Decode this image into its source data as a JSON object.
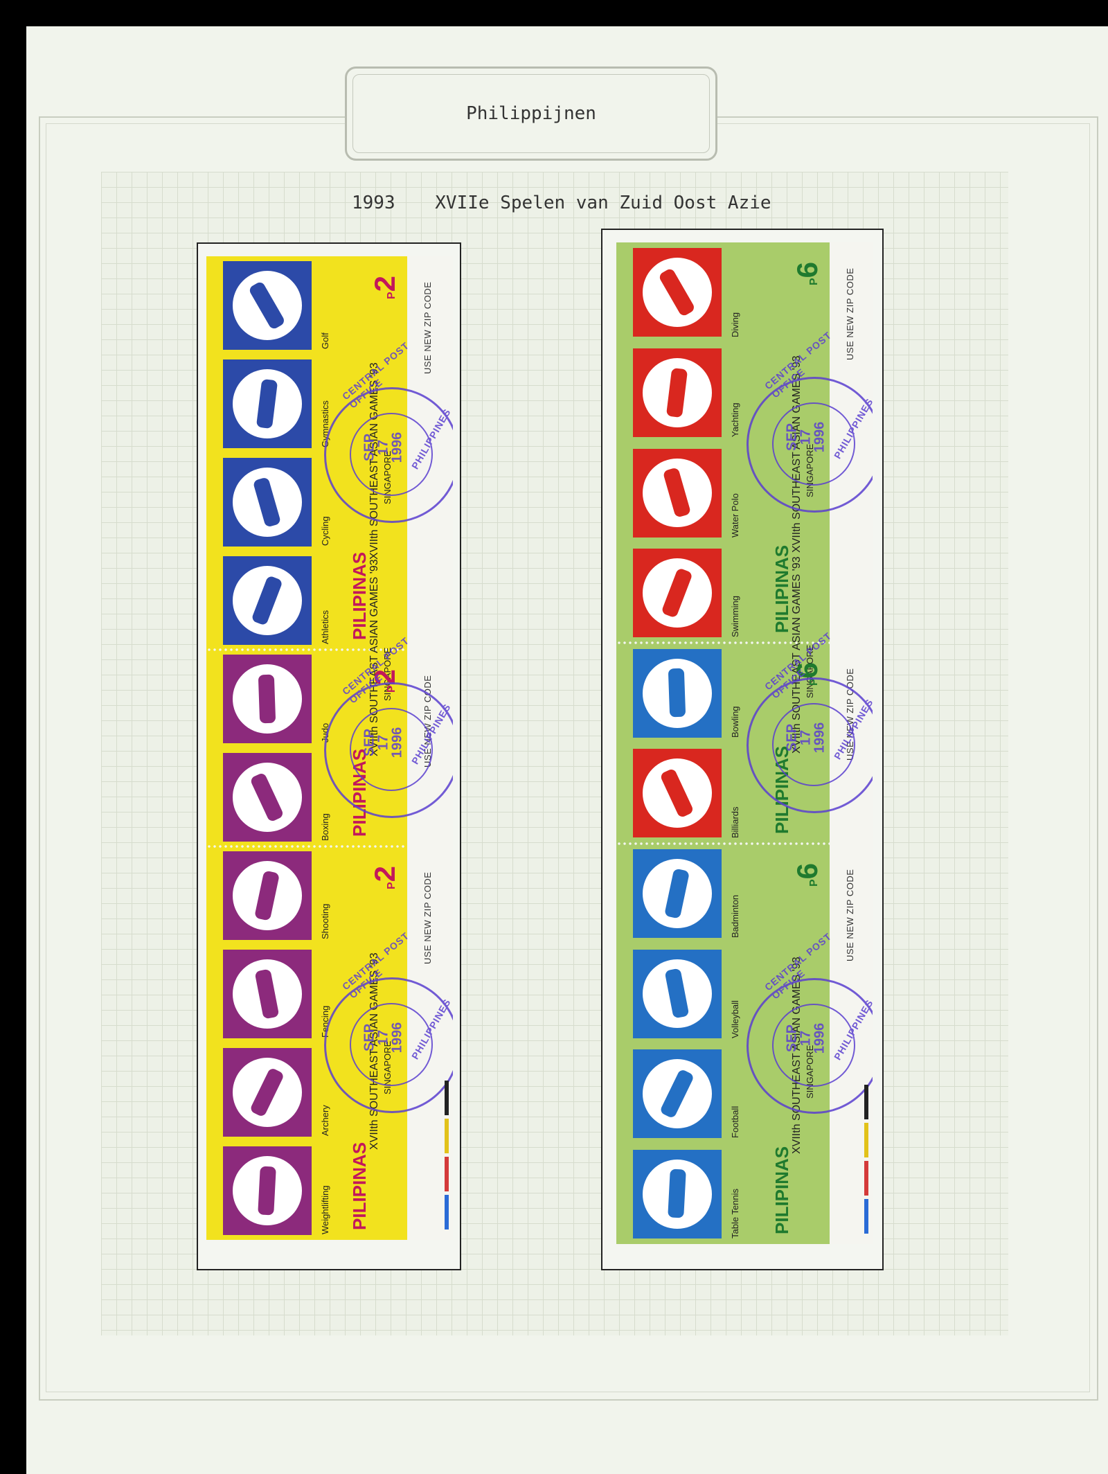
{
  "page": {
    "country": "Philippijnen",
    "year": "1993",
    "title": "XVIIe Spelen van Zuid Oost Azie"
  },
  "left_strip": {
    "country_name": "PILIPINAS",
    "games": "XVIIth SOUTHEAST ASIAN GAMES '93",
    "host": "SINGAPORE",
    "selvage_text": "USE NEW ZIP CODE",
    "value_prefix": "P",
    "value": "2",
    "events": [
      "Golf",
      "Gymnastics",
      "Cycling",
      "Athletics",
      "Judo",
      "Boxing",
      "Shooting",
      "Fencing",
      "Archery",
      "Weightlifting"
    ]
  },
  "right_strip": {
    "country_name": "PILIPINAS",
    "games": "XVIIth SOUTHEAST ASIAN GAMES '93",
    "host": "SINGAPORE",
    "selvage_text": "USE NEW ZIP CODE",
    "value_prefix": "P",
    "value": "6",
    "events": [
      "Diving",
      "Yachting",
      "Water Polo",
      "Swimming",
      "Bowling",
      "Billiards",
      "Badminton",
      "Volleyball",
      "Football",
      "Table Tennis"
    ]
  },
  "cancel": {
    "top": "CENTRAL POST OFFICE",
    "bottom": "PHILIPPINES",
    "month": "SEP",
    "day": "17",
    "year": "1996"
  },
  "colors": {
    "left_bg": "#f2e21e",
    "left_blue": "#2c4aa8",
    "left_purple": "#8c2a7c",
    "left_value": "#c2185b",
    "right_bg": "#a9cc6a",
    "right_red": "#d9271f",
    "right_blue": "#2470c4",
    "right_value": "#1f7a2e",
    "cancel_ink": "#5b3fd0"
  }
}
